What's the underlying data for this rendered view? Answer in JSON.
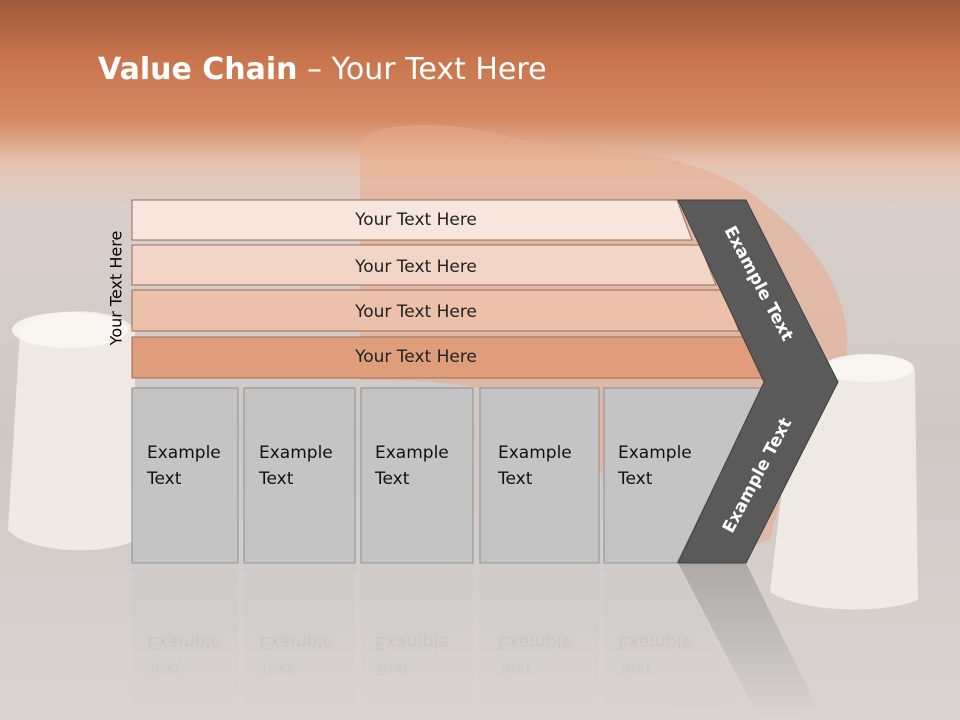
{
  "slide": {
    "title_bold": "Value Chain",
    "title_rest": " – Your Text Here",
    "side_label": "Your Text Here"
  },
  "bands": [
    {
      "label": "Your Text Here",
      "fill": "#f7e6dd"
    },
    {
      "label": "Your Text Here",
      "fill": "#f2d5c6"
    },
    {
      "label": "Your Text Here",
      "fill": "#ebc1aa"
    },
    {
      "label": "Your Text Here",
      "fill": "#df9d7c"
    }
  ],
  "boxes": [
    {
      "line1": "Example",
      "line2": "Text"
    },
    {
      "line1": "Example",
      "line2": "Text"
    },
    {
      "line1": "Example",
      "line2": "Text"
    },
    {
      "line1": "Example",
      "line2": "Text"
    },
    {
      "line1": "Example",
      "line2": "Text"
    }
  ],
  "chevron": {
    "upper_label": "Example Text",
    "lower_label": "Example Text",
    "fill": "#5a5a5a"
  },
  "colors": {
    "accent": "#c9754d",
    "box_fill": "#c4c4c4",
    "band_border": "#9a6a55"
  }
}
